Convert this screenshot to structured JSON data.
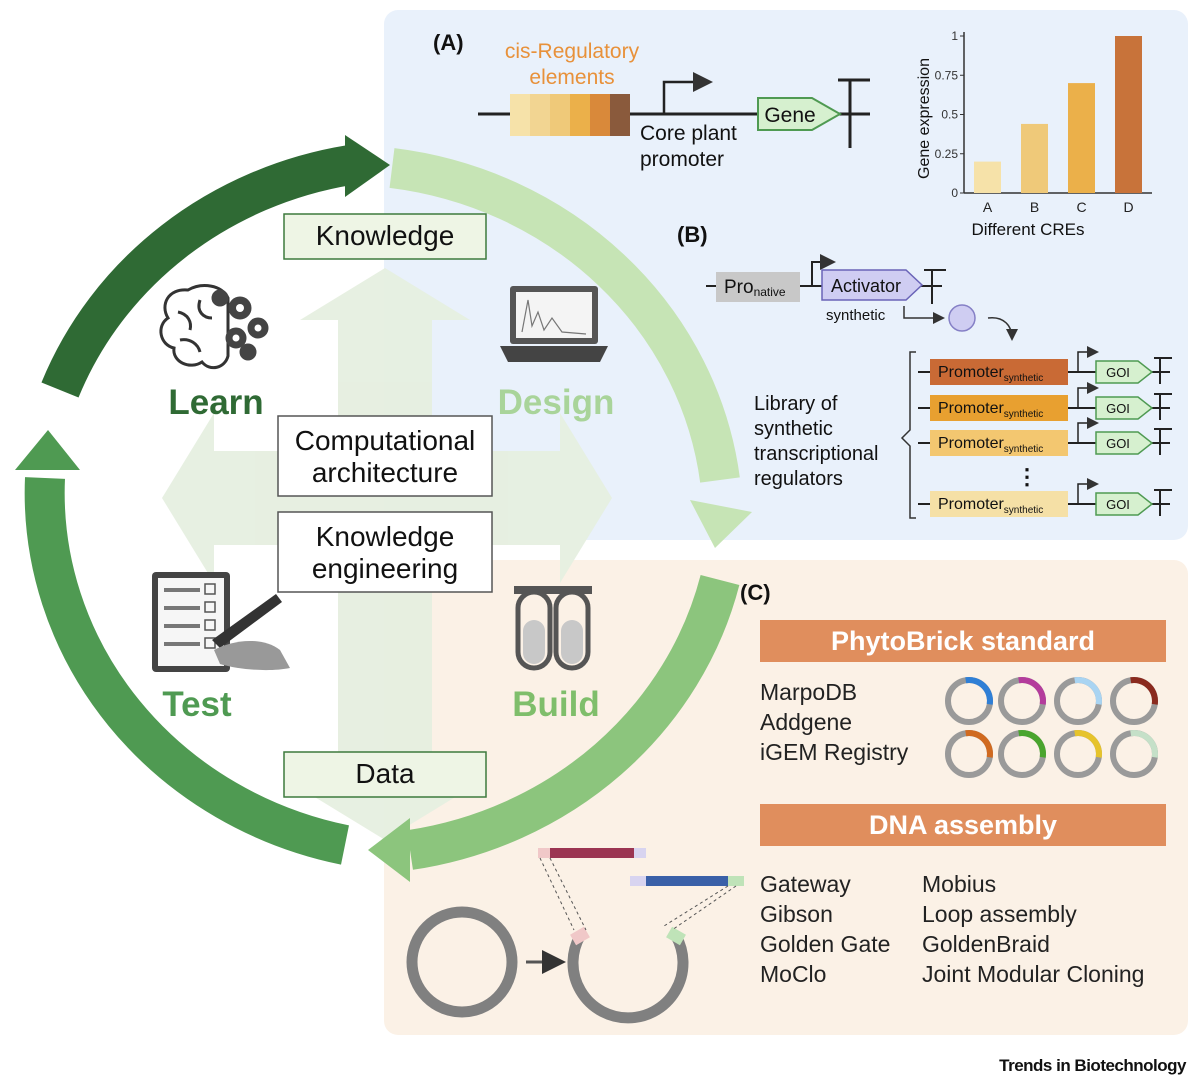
{
  "cycle": {
    "learn": "Learn",
    "design": "Design",
    "build": "Build",
    "test": "Test",
    "knowledge": "Knowledge",
    "data": "Data",
    "comp_arch_line1": "Computational",
    "comp_arch_line2": "architecture",
    "know_eng_line1": "Knowledge",
    "know_eng_line2": "engineering"
  },
  "panel_a": {
    "label": "(A)",
    "cre_line1": "cis-Regulatory",
    "cre_line2": "elements",
    "core_line1": "Core plant",
    "core_line2": "promoter",
    "gene": "Gene"
  },
  "chart_data": {
    "type": "bar",
    "categories": [
      "A",
      "B",
      "C",
      "D"
    ],
    "values": [
      0.2,
      0.44,
      0.7,
      1.0
    ],
    "colors": [
      "#f6e2a9",
      "#efc979",
      "#ebb04a",
      "#c8733a"
    ],
    "xlabel": "Different CREs",
    "ylabel": "Gene expression",
    "ylim": [
      0,
      1
    ],
    "yticks": [
      "0",
      "0.25",
      "0.5",
      "0.75",
      "1"
    ],
    "grid": false
  },
  "panel_b": {
    "label": "(B)",
    "pro": "Pro",
    "native": "native",
    "activator": "Activator",
    "synthetic": "synthetic",
    "library_line1": "Library of",
    "library_line2": "synthetic",
    "library_line3": "transcriptional",
    "library_line4": "regulators",
    "promoter": "Promoter",
    "promoter_sub": "synthetic",
    "goi": "GOI",
    "promoter_colors": [
      "#c96a35",
      "#e8a030",
      "#f3c770",
      "#f5e0a6"
    ]
  },
  "panel_c": {
    "label": "(C)",
    "phytobrick": "PhytoBrick standard",
    "databases": [
      "MarpoDB",
      "Addgene",
      "iGEM Registry"
    ],
    "dna_assembly": "DNA assembly",
    "methods_left": [
      "Gateway",
      "Gibson",
      "Golden Gate",
      "MoClo"
    ],
    "methods_right": [
      "Mobius",
      "Loop assembly",
      "GoldenBraid",
      "Joint Modular Cloning"
    ],
    "plasmid_colors": [
      "#2f7fd6",
      "#b43c9c",
      "#a9d4f2",
      "#8a2a1e",
      "#d06a20",
      "#4aa52e",
      "#e6c32b",
      "#c5e0c8"
    ]
  },
  "footer": {
    "brand": "Trends in Biotechnology"
  },
  "colors": {
    "dark_green": "#2f6a34",
    "mid_green": "#4f9a52",
    "light_green": "#b9dba8",
    "panel_blue": "#e9f1fb",
    "panel_peach": "#fbf1e6",
    "header_orange": "#e08e5d"
  }
}
